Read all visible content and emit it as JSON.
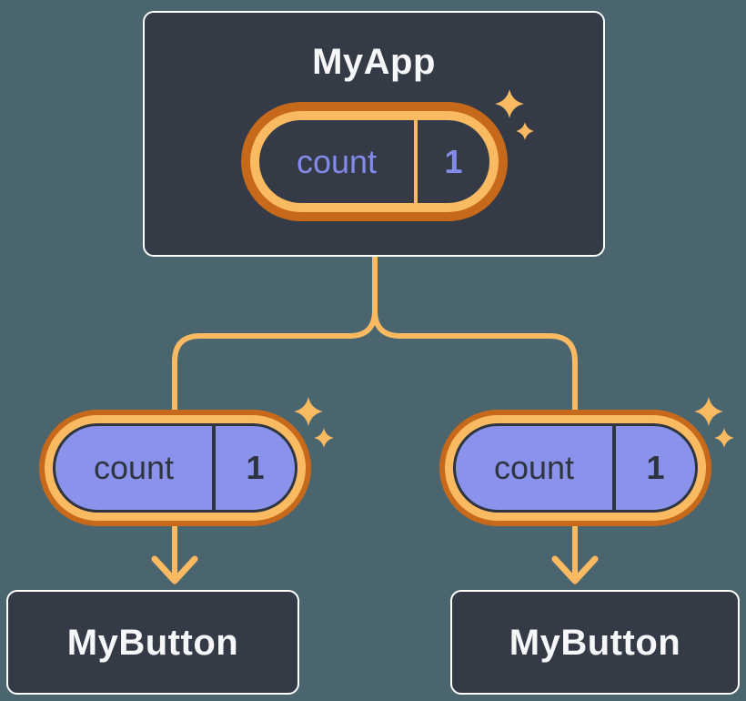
{
  "tree": {
    "root": {
      "title": "MyApp",
      "state": {
        "label": "count",
        "value": "1"
      }
    },
    "children": [
      {
        "title": "MyButton",
        "state": {
          "label": "count",
          "value": "1"
        }
      },
      {
        "title": "MyButton",
        "state": {
          "label": "count",
          "value": "1"
        }
      }
    ]
  },
  "colors": {
    "background": "#4B656E",
    "node_fill": "#343A46",
    "node_border": "#FFFFFF",
    "node_text": "#F6F7F9",
    "state_purple": "#8A92EC",
    "state_text_light": "#828BE8",
    "ink_dark": "#2F3540",
    "orange_light": "#FABA61",
    "orange_dark": "#C6691A"
  },
  "icons": {
    "sparkle": "four-point-star"
  }
}
